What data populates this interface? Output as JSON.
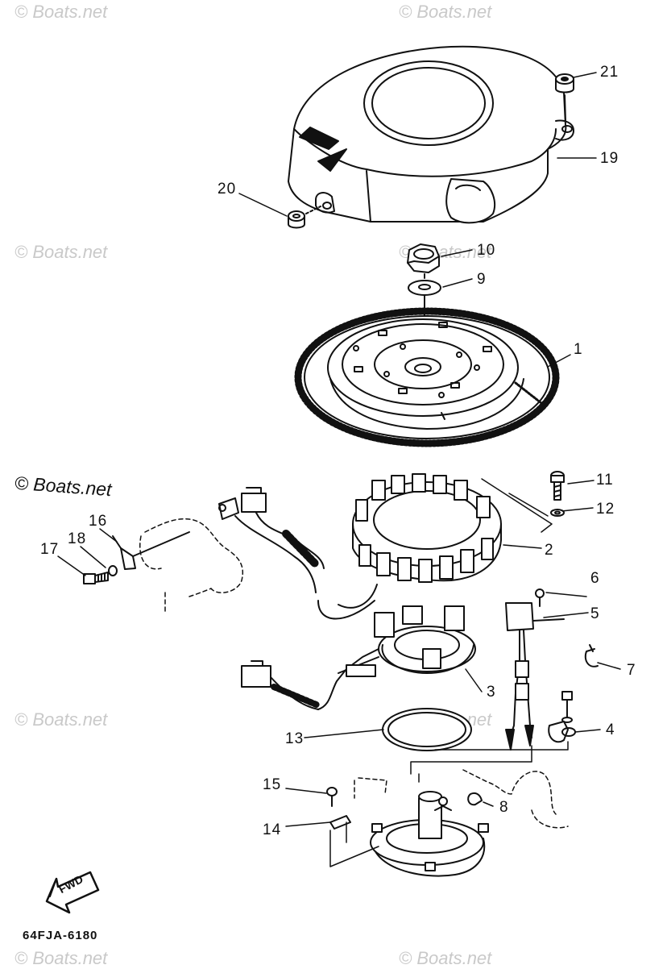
{
  "watermark": "© Boats.net",
  "diagram_code": "64FJA-6180",
  "direction_label": "FWD",
  "callouts": {
    "p1": "1",
    "p2": "2",
    "p3": "3",
    "p4": "4",
    "p5": "5",
    "p6": "6",
    "p7": "7",
    "p8": "8",
    "p9": "9",
    "p10": "10",
    "p11": "11",
    "p12": "12",
    "p13": "13",
    "p14": "14",
    "p15": "15",
    "p16": "16",
    "p17": "17",
    "p18": "18",
    "p19": "19",
    "p20": "20",
    "p21": "21"
  }
}
